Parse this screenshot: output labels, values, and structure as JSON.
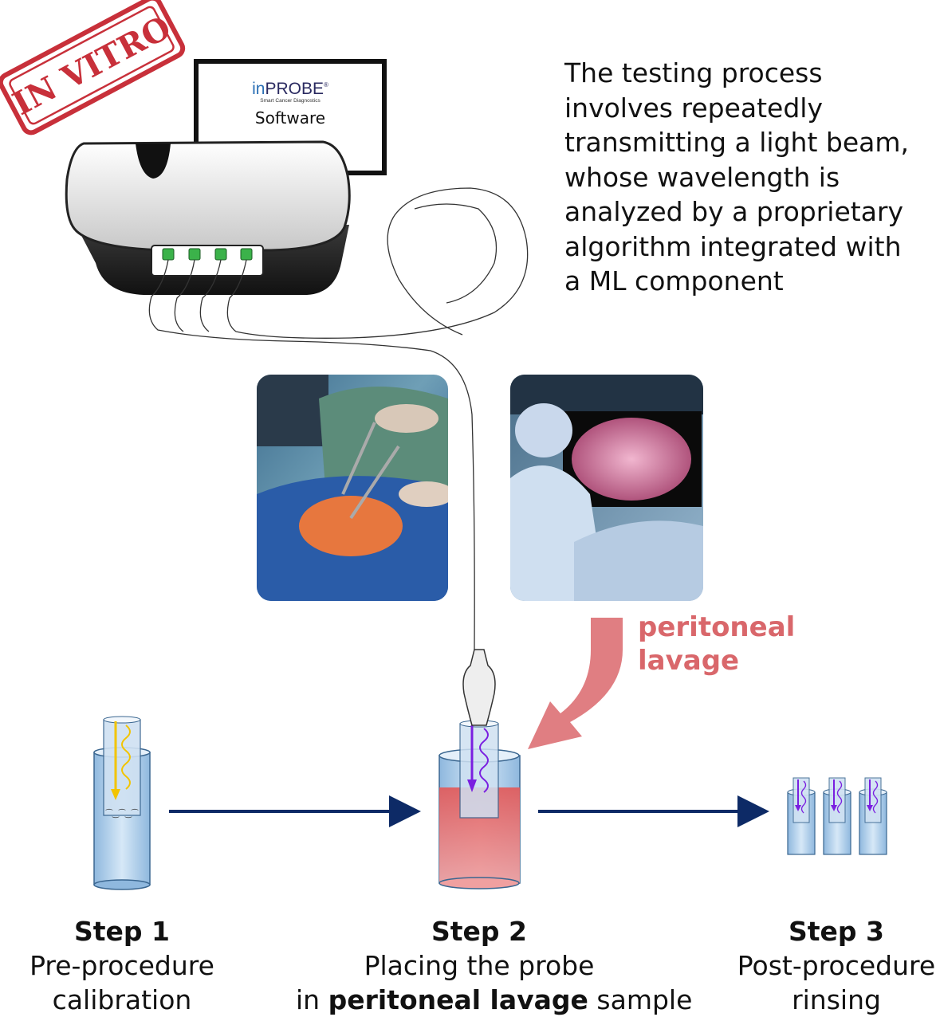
{
  "stamp": {
    "text": "IN VITRO",
    "color": "#c8303a"
  },
  "software_screen": {
    "brand_in": "in",
    "brand_probe": "PROBE",
    "brand_reg": "®",
    "tagline": "Smart Cancer Diagnostics",
    "label": "Software"
  },
  "description": [
    "The testing process",
    "involves repeatedly",
    "transmitting a light beam,",
    "whose wavelength is",
    "analyzed by a proprietary",
    "algorithm integrated with",
    "a ML component"
  ],
  "lavage_label": [
    "peritoneal",
    "lavage"
  ],
  "steps": [
    {
      "title": "Step 1",
      "lines": [
        "Pre-procedure",
        "calibration"
      ]
    },
    {
      "title": "Step 2",
      "line1": "Placing the probe",
      "line2_prefix": "in ",
      "line2_bold": "peritoneal lavage",
      "line2_suffix": " sample"
    },
    {
      "title": "Step 3",
      "lines": [
        "Post-procedure",
        "rinsing"
      ]
    }
  ],
  "colors": {
    "accent_red": "#d9676b",
    "arrow_blue": "#0d2a66",
    "beam_yellow": "#f2c400",
    "beam_purple": "#7a1fe0",
    "sample_red": "#e46a6a"
  }
}
